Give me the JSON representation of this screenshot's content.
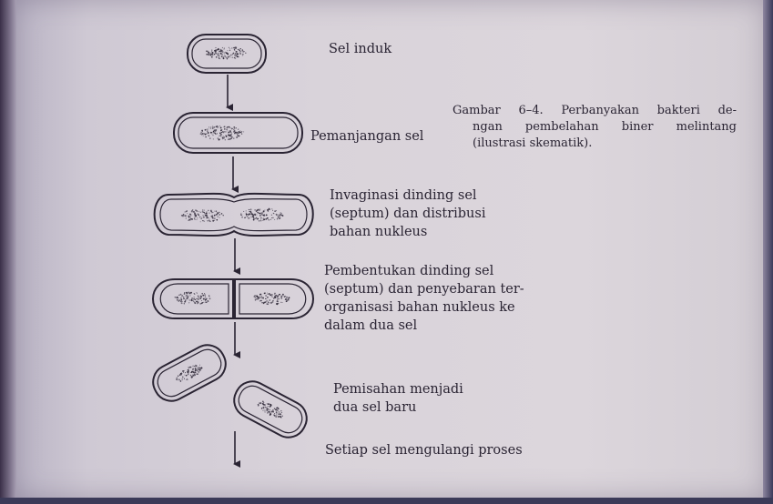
{
  "figure": {
    "stages": [
      {
        "label": "Sel induk"
      },
      {
        "label": "Pemanjangan sel"
      },
      {
        "label": "Invaginasi dinding sel\n(septum) dan distribusi\nbahan nukleus"
      },
      {
        "label": "Pembentukan dinding sel\n(septum) dan penyebaran ter-\norganisasi bahan nukleus ke\ndalam dua sel"
      },
      {
        "label": "Pemisahan menjadi\ndua sel baru"
      },
      {
        "label": "Setiap sel mengulangi proses"
      }
    ]
  },
  "caption": {
    "line1": "Gambar 6–4. Perbanyakan bakteri de-",
    "line2": "ngan pembelahan biner melintang",
    "line3": "(ilustrasi skematik)."
  },
  "colors": {
    "ink": "#2a2433",
    "paper": "#d9d3da",
    "background": "#2a2c4a"
  }
}
